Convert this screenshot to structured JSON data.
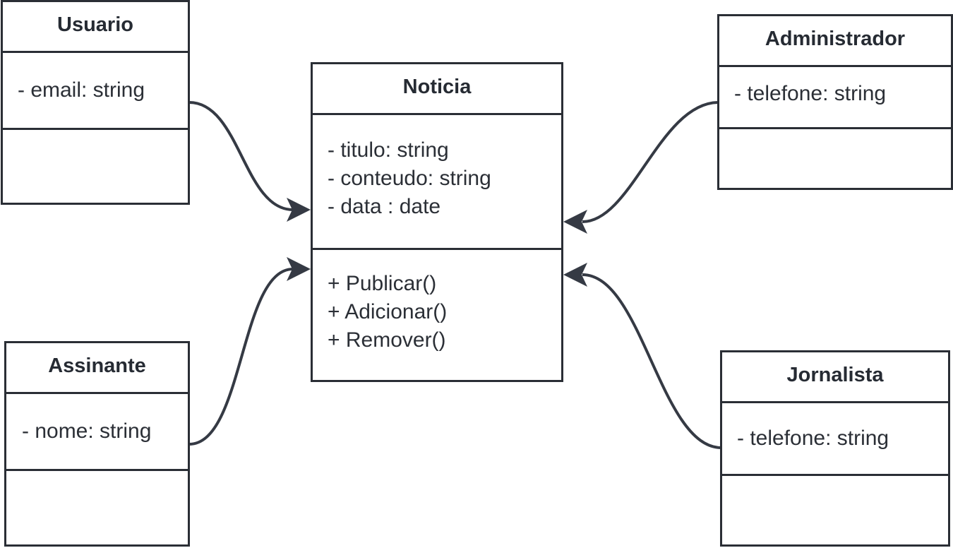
{
  "diagram": {
    "line_color": "#353a44",
    "classes": {
      "usuario": {
        "name": "Usuario",
        "attributes": [
          "- email: string"
        ],
        "methods": []
      },
      "noticia": {
        "name": "Noticia",
        "attributes": [
          "- titulo: string",
          "- conteudo: string",
          "- data : date"
        ],
        "methods": [
          "+ Publicar()",
          "+ Adicionar()",
          "+ Remover()"
        ]
      },
      "administrador": {
        "name": "Administrador",
        "attributes": [
          "- telefone: string"
        ],
        "methods": []
      },
      "assinante": {
        "name": "Assinante",
        "attributes": [
          "- nome: string"
        ],
        "methods": []
      },
      "jornalista": {
        "name": "Jornalista",
        "attributes": [
          "- telefone: string"
        ],
        "methods": []
      }
    },
    "connections": [
      {
        "from": "Usuario",
        "to": "Noticia"
      },
      {
        "from": "Assinante",
        "to": "Noticia"
      },
      {
        "from": "Administrador",
        "to": "Noticia"
      },
      {
        "from": "Jornalista",
        "to": "Noticia"
      }
    ]
  }
}
